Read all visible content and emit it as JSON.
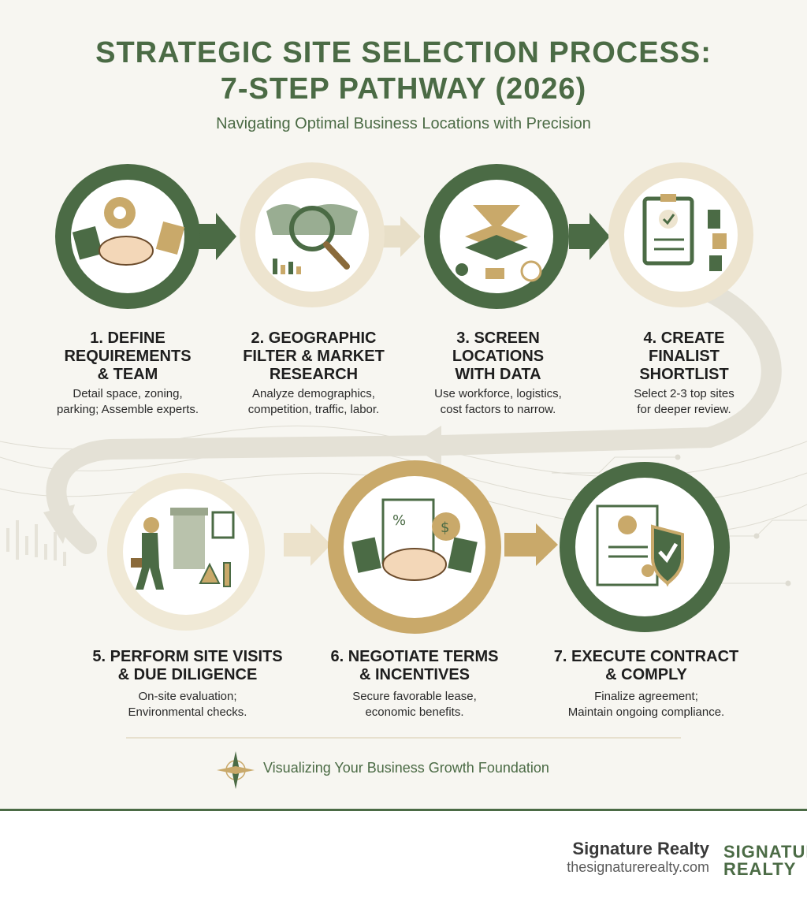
{
  "header": {
    "title_line1": "STRATEGIC SITE SELECTION PROCESS:",
    "title_line2": "7-STEP PATHWAY (2026)",
    "subtitle": "Navigating Optimal Business Locations with Precision"
  },
  "steps": [
    {
      "title": [
        "1. DEFINE",
        "REQUIREMENTS",
        "& TEAM"
      ],
      "desc": [
        "Detail space, zoning,",
        "parking; Assemble experts."
      ],
      "ring": "green",
      "icon": "handshake-gear-icon"
    },
    {
      "title": [
        "2. GEOGRAPHIC",
        "FILTER & MARKET",
        "RESEARCH"
      ],
      "desc": [
        "Analyze demographics,",
        "competition, traffic, labor."
      ],
      "ring": "beige",
      "icon": "magnifier-map-icon"
    },
    {
      "title": [
        "3. SCREEN",
        "LOCATIONS",
        "WITH DATA"
      ],
      "desc": [
        "Use workforce, logistics,",
        "cost factors to narrow."
      ],
      "ring": "green",
      "icon": "funnel-layers-icon"
    },
    {
      "title": [
        "4. CREATE",
        "FINALIST",
        "SHORTLIST"
      ],
      "desc": [
        "Select 2-3 top sites",
        "for deeper review."
      ],
      "ring": "beige",
      "icon": "clipboard-checklist-icon"
    },
    {
      "title": [
        "5. PERFORM SITE VISITS",
        "& DUE DILIGENCE"
      ],
      "desc": [
        "On-site evaluation;",
        "Environmental checks."
      ],
      "ring": "beige",
      "icon": "inspector-building-icon"
    },
    {
      "title": [
        "6. NEGOTIATE TERMS",
        "& INCENTIVES"
      ],
      "desc": [
        "Secure favorable lease,",
        "economic benefits."
      ],
      "ring": "gold",
      "icon": "handshake-document-icon"
    },
    {
      "title": [
        "7. EXECUTE CONTRACT",
        "& COMPLY"
      ],
      "desc": [
        "Finalize agreement;",
        "Maintain ongoing compliance."
      ],
      "ring": "green",
      "icon": "contract-shield-icon"
    }
  ],
  "footer": {
    "tagline": "Visualizing Your Business Growth Foundation",
    "brand_name": "Signature Realty",
    "brand_url": "thesignaturerealty.com",
    "logo_line1": "SIGNATURE",
    "logo_line2": "REALTY"
  },
  "colors": {
    "green": "#4b6b45",
    "beige": "#ede4cf",
    "gold": "#c9a96a",
    "background": "#f7f6f1"
  }
}
